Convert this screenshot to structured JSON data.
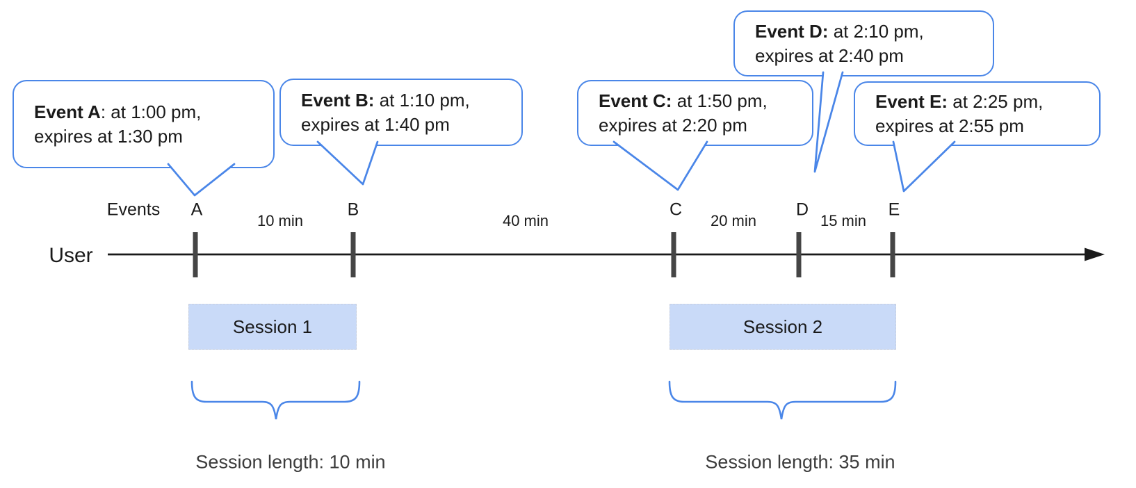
{
  "colors": {
    "accent_blue": "#4a86e8",
    "session_fill": "#c9daf8",
    "tick_gray": "#454545",
    "text_black": "#1a1a1a"
  },
  "axis": {
    "events_label": "Events",
    "user_label": "User"
  },
  "bubbles": [
    {
      "name": "A",
      "bold": "Event A",
      "rest": ": at 1:00 pm,",
      "line2": "expires at 1:30 pm"
    },
    {
      "name": "B",
      "bold": "Event B:",
      "rest": " at 1:10 pm,",
      "line2": "expires at 1:40 pm"
    },
    {
      "name": "C",
      "bold": "Event C:",
      "rest": " at 1:50 pm,",
      "line2": "expires at 2:20 pm"
    },
    {
      "name": "D",
      "bold": "Event D:",
      "rest": " at 2:10 pm,",
      "line2": "expires at 2:40 pm"
    },
    {
      "name": "E",
      "bold": "Event E:",
      "rest": " at 2:25 pm,",
      "line2": "expires at 2:55 pm"
    }
  ],
  "marks": [
    {
      "label": "A"
    },
    {
      "label": "B"
    },
    {
      "label": "C"
    },
    {
      "label": "D"
    },
    {
      "label": "E"
    }
  ],
  "gaps": [
    {
      "label": "10 min"
    },
    {
      "label": "40 min"
    },
    {
      "label": "20 min"
    },
    {
      "label": "15 min"
    }
  ],
  "sessions": [
    {
      "label": "Session 1",
      "length_label": "Session length: 10 min"
    },
    {
      "label": "Session 2",
      "length_label": "Session length: 35 min"
    }
  ]
}
